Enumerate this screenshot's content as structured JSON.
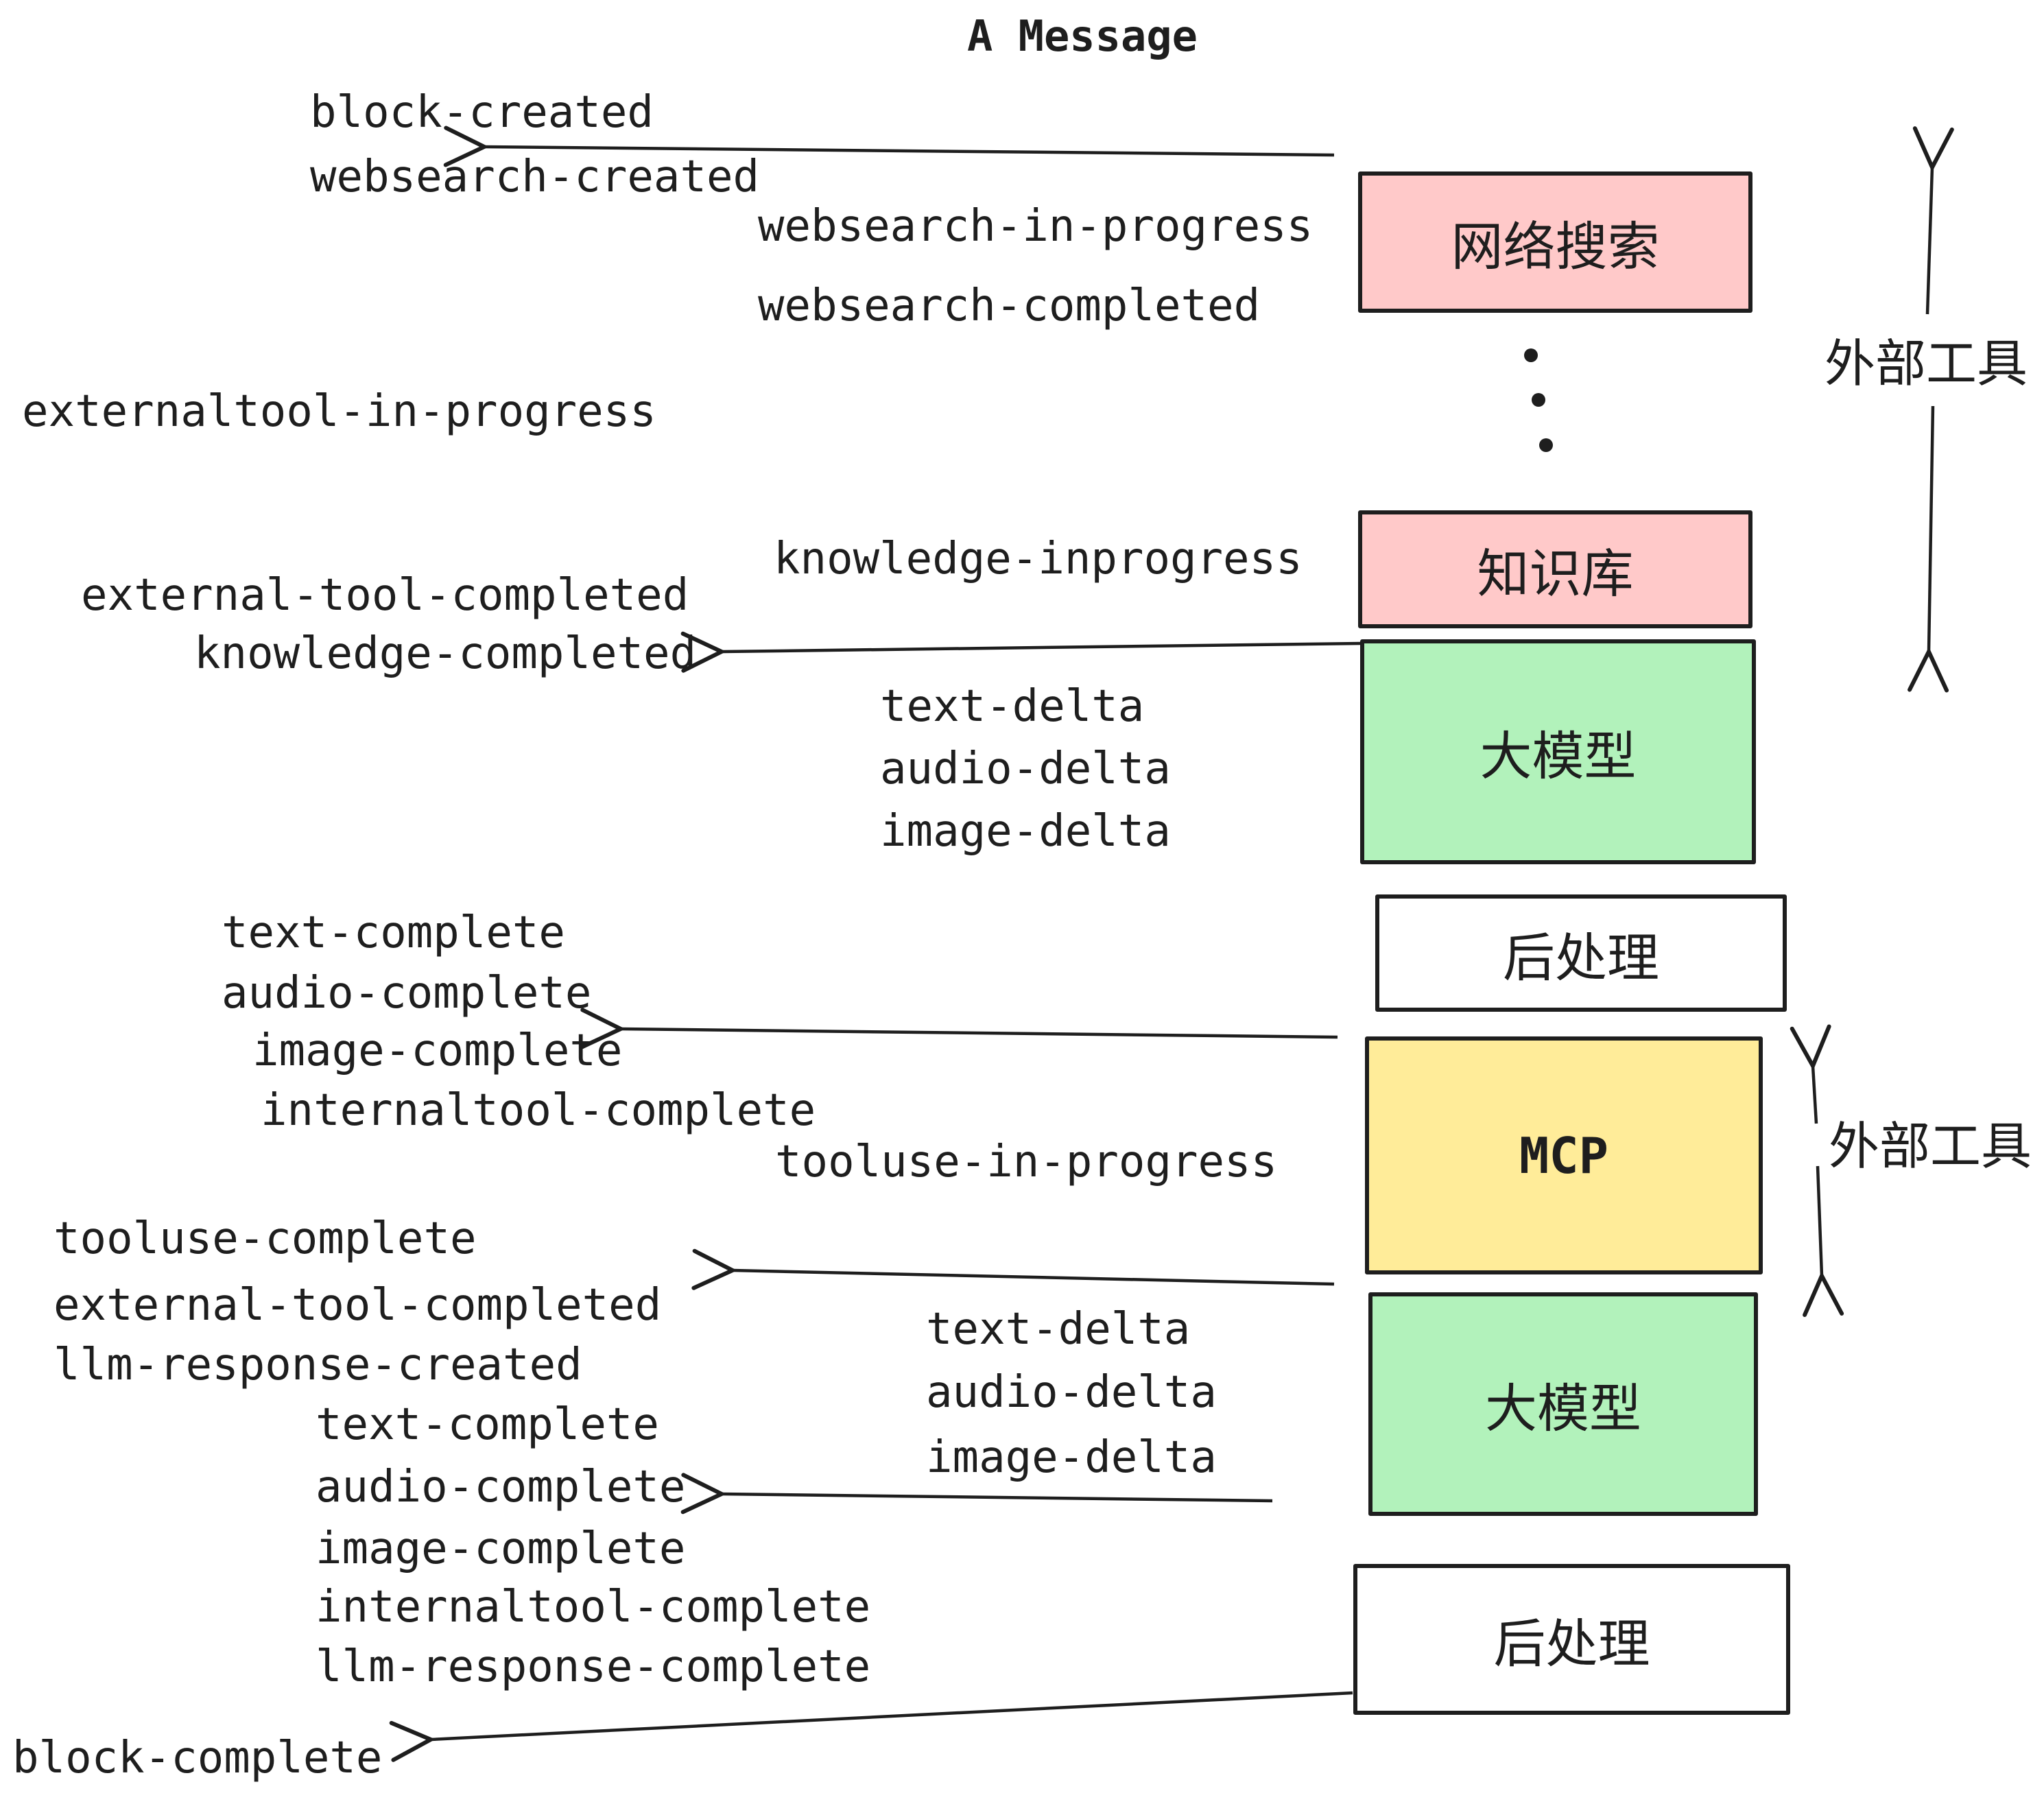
{
  "title": "A Message",
  "colors": {
    "ink": "#1e1e1e",
    "pink": "#ffc9c9",
    "green": "#b2f2bb",
    "yellow": "#ffec99",
    "white": "#ffffff"
  },
  "boxes": {
    "websearch": "网络搜索",
    "knowledge": "知识库",
    "llm1": "大模型",
    "post1": "后处理",
    "mcp": "MCP",
    "llm2": "大模型",
    "post2": "后处理"
  },
  "side_labels": {
    "external_tools_top": "外部工具",
    "external_tools_mid": "外部工具"
  },
  "events": {
    "block_created": "block-created",
    "websearch_created": "websearch-created",
    "websearch_in_progress": "websearch-in-progress",
    "websearch_completed": "websearch-completed",
    "externaltool_in_progress": "externaltool-in-progress",
    "knowledge_inprogress": "knowledge-inprogress",
    "external_tool_completed_1": "external-tool-completed",
    "knowledge_completed": "knowledge-completed",
    "text_delta_1": "text-delta",
    "audio_delta_1": "audio-delta",
    "image_delta_1": "image-delta",
    "text_complete_1": "text-complete",
    "audio_complete_1": "audio-complete",
    "image_complete_1": "image-complete",
    "internaltool_complete_1": "internaltool-complete",
    "tooluse_in_progress": "tooluse-in-progress",
    "tooluse_complete": "tooluse-complete",
    "external_tool_completed_2": "external-tool-completed",
    "llm_response_created": "llm-response-created",
    "text_complete_2": "text-complete",
    "audio_complete_2": "audio-complete",
    "image_complete_2": "image-complete",
    "internaltool_complete_2": "internaltool-complete",
    "llm_response_complete": "llm-response-complete",
    "block_complete": "block-complete",
    "text_delta_2": "text-delta",
    "audio_delta_2": "audio-delta",
    "image_delta_2": "image-delta"
  }
}
